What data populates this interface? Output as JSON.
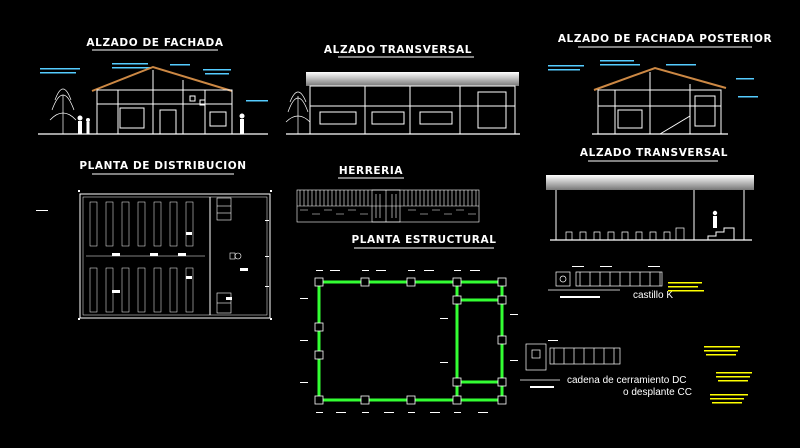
{
  "titles": {
    "facade": "ALZADO DE FACHADA",
    "transversal_top": "ALZADO TRANSVERSAL",
    "rear_facade": "ALZADO DE FACHADA POSTERIOR",
    "floor_plan": "PLANTA DE DISTRIBUCION",
    "ironwork": "HERRERIA",
    "transversal_section": "ALZADO TRANSVERSAL",
    "structural_plan": "PLANTA ESTRUCTURAL"
  },
  "labels": {
    "castillo": "castillo K",
    "cadena_line1": "cadena de cerramiento  DC",
    "cadena_line2": "o desplante CC"
  },
  "colors": {
    "background": "#000000",
    "lines": "#ffffff",
    "structure": "#33ff33",
    "annotations": "#55ccff",
    "notes": "#ffff00",
    "roof": "#cc8844"
  }
}
